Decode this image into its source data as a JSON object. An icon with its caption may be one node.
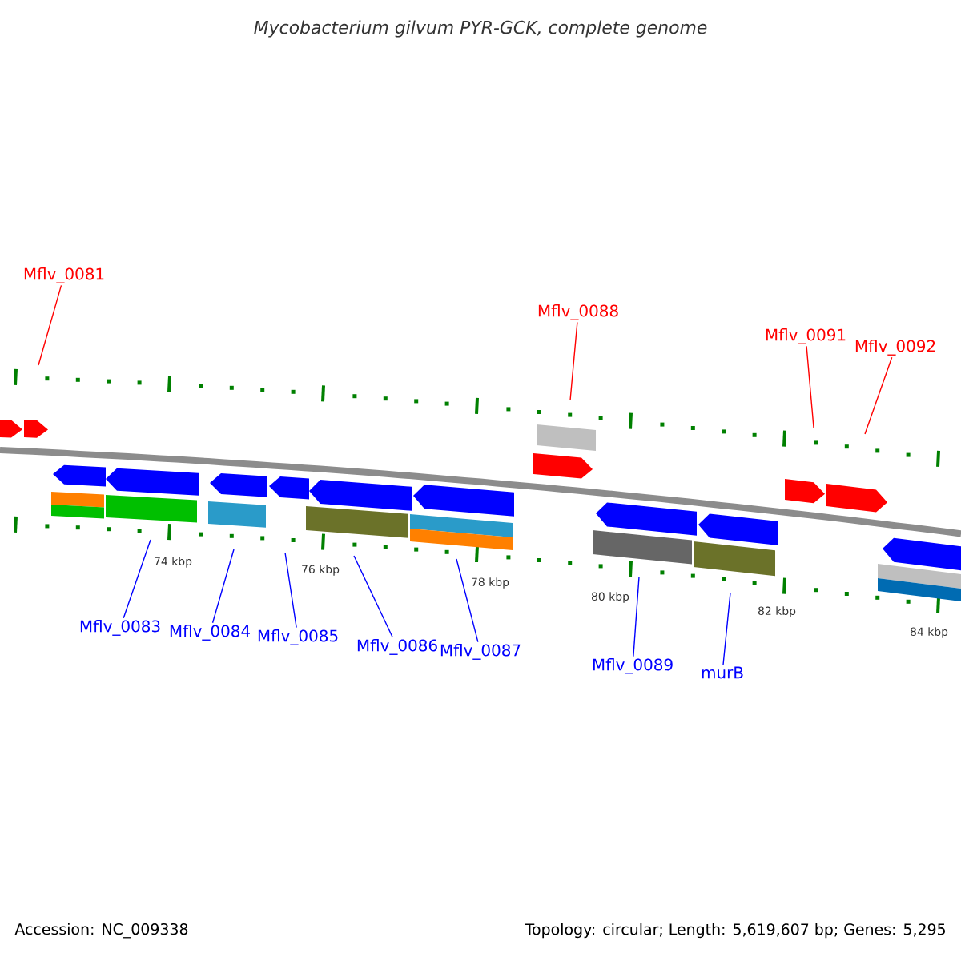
{
  "diagram": {
    "title": "*Mycobacterium gilvum* PYR-GCK, complete genome",
    "nodes": [
      {
        "text": [
          "Mflv_0081"
        ]
      },
      {
        "text": [
          "Mflv_0088"
        ]
      },
      {
        "text": [
          "Mflv_0091"
        ]
      },
      {
        "text": [
          "Mflv_0092"
        ]
      },
      {
        "text": [
          "Mflv_0083"
        ]
      },
      {
        "text": [
          "Mflv_0084"
        ]
      },
      {
        "text": [
          "Mflv_0085"
        ]
      },
      {
        "text": [
          "Mflv_0086"
        ]
      },
      {
        "text": [
          "Mflv_0087"
        ]
      },
      {
        "text": [
          "Mflv_0089"
        ]
      },
      {
        "text": [
          "murB"
        ]
      }
    ],
    "edges": [
      {
        "from": 0,
        "to": null,
        "arrow": "none",
        "color": "#ff0000"
      },
      {
        "from": 1,
        "to": null,
        "arrow": "none",
        "color": "#ff0000"
      },
      {
        "from": 2,
        "to": null,
        "arrow": "none",
        "color": "#ff0000"
      },
      {
        "from": 3,
        "to": null,
        "arrow": "none",
        "color": "#ff0000"
      },
      {
        "from": 4,
        "to": null,
        "arrow": "none"
      },
      {
        "from": 5,
        "to": null,
        "arrow": "none"
      },
      {
        "from": 6,
        "to": null,
        "arrow": "none"
      },
      {
        "from": 7,
        "to": null,
        "arrow": "none"
      },
      {
        "from": 8,
        "to": null,
        "arrow": "none"
      },
      {
        "from": 9,
        "to": null,
        "arrow": "none"
      },
      {
        "from": 10,
        "to": null,
        "arrow": "none"
      }
    ],
    "labels": [
      "74 kbp",
      "76 kbp",
      "78 kbp",
      "80 kbp",
      "82 kbp",
      "84 kbp",
      "Accession: NC_009338",
      "Topology: circular; Length: 5,619,607 bp; Genes: 5,295"
    ]
  }
}
